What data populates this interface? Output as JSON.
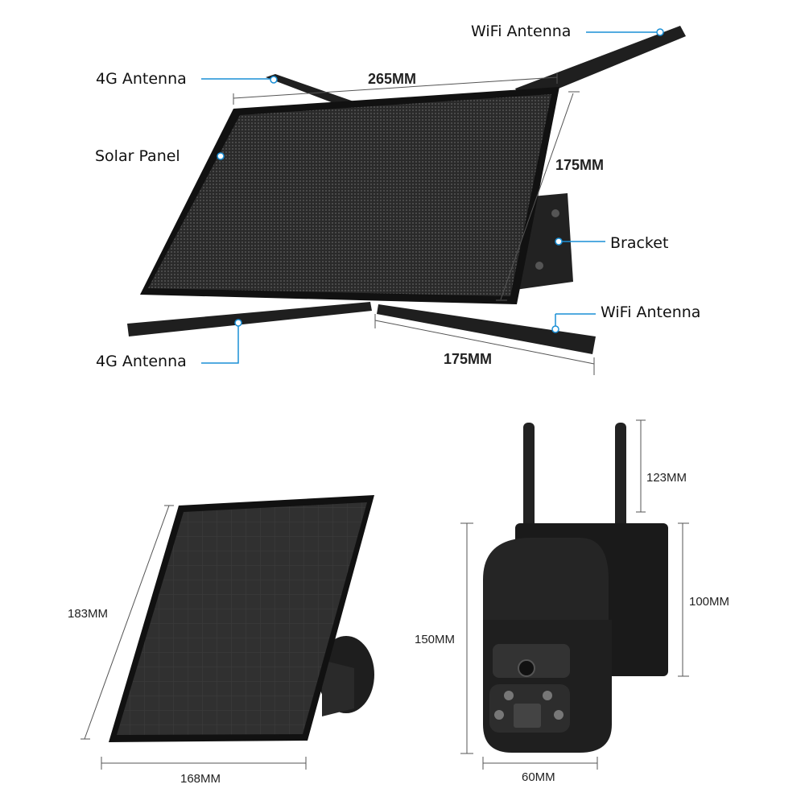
{
  "colors": {
    "callout": "#1a8fd6",
    "product": "#1c1c1c",
    "dimension_line": "#555555"
  },
  "top_diagram": {
    "callouts": {
      "wifi_antenna_top": "WiFi Antenna",
      "antenna_4g_top": "4G Antenna",
      "solar_panel": "Solar Panel",
      "bracket": "Bracket",
      "wifi_antenna_bottom": "WiFi Antenna",
      "antenna_4g_bottom": "4G Antenna"
    },
    "dimensions": {
      "width": "265MM",
      "height": "175MM",
      "antenna": "175MM"
    }
  },
  "bottom_left": {
    "dimensions": {
      "height": "183MM",
      "width": "168MM"
    }
  },
  "bottom_right": {
    "dimensions": {
      "antenna": "123MM",
      "panel": "100MM",
      "height": "150MM",
      "width": "60MM"
    }
  }
}
